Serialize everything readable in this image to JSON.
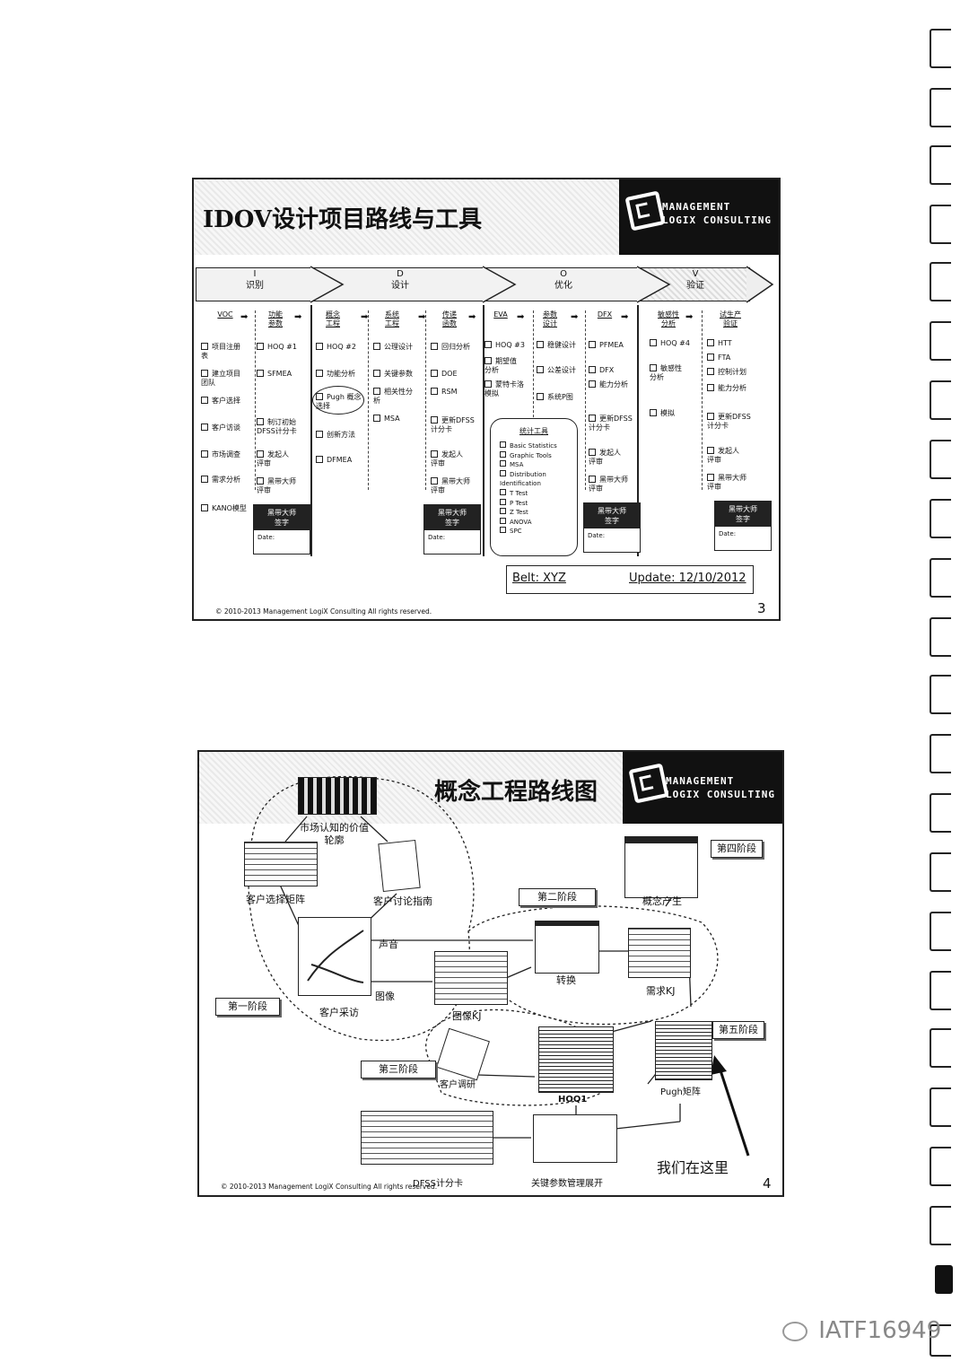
{
  "slide1": {
    "title": "IDOV设计项目路线与工具",
    "logo": {
      "line1": "MANAGEMENT",
      "line2": "LOGIX CONSULTING"
    },
    "phases": [
      {
        "letter": "I",
        "name": "识别"
      },
      {
        "letter": "D",
        "name": "设计"
      },
      {
        "letter": "O",
        "name": "优化"
      },
      {
        "letter": "V",
        "name": "验证"
      }
    ],
    "col_headers": [
      "VOC",
      "功能\n参数",
      "概念\n工程",
      "系统\n工程",
      "传递\n函数",
      "EVA",
      "参数\n设计",
      "DFX",
      "敏感性\n分析",
      "试生产\n验证"
    ],
    "items": {
      "voc": [
        "项目注册\n表",
        "建立项目\n团队",
        "客户选择",
        "客户访谈",
        "市场调查",
        "需求分析",
        "KANO模型"
      ],
      "func": [
        "HOQ #1",
        "SFMEA",
        "制订初始\nDFSS计分卡",
        "发起人\n评审",
        "黑带大师\n评审"
      ],
      "concept": [
        "HOQ #2",
        "功能分析",
        "Pugh 概念\n选择",
        "创新方法",
        "DFMEA"
      ],
      "system": [
        "公理设计",
        "关键参数",
        "相关性分\n析",
        "MSA"
      ],
      "transfer": [
        "回归分析",
        "DOE",
        "RSM",
        "更新DFSS\n计分卡",
        "发起人\n评审",
        "黑带大师\n评审"
      ],
      "eva": [
        "HOQ #3",
        "期望值\n分析",
        "蒙特卡洛\n模拟"
      ],
      "param": [
        "稳健设计",
        "公差设计",
        "系统P图"
      ],
      "dfx": [
        "PFMEA",
        "DFX",
        "能力分析",
        "更新DFSS\n计分卡",
        "发起人\n评审",
        "黑带大师\n评审"
      ],
      "sens": [
        "HOQ #4",
        "敏感性\n分析",
        "模拟"
      ],
      "pilot": [
        "HTT",
        "FTA",
        "控制计划",
        "能力分析",
        "更新DFSS\n计分卡",
        "发起人\n评审",
        "黑带大师\n评审"
      ]
    },
    "stat_tools": {
      "title": "统计工具",
      "items": [
        "Basic Statistics",
        "Graphic Tools",
        "MSA",
        "Distribution\nIdentification",
        "T Test",
        "P Test",
        "Z Test",
        "ANOVA",
        "SPC"
      ]
    },
    "signoff": {
      "label": "黑带大师\n签字",
      "date_label": "Date:"
    },
    "belt": "Belt: XYZ",
    "update": "Update: 12/10/2012",
    "footer": "© 2010-2013  Management LogiX Consulting All rights reserved.",
    "page": "3"
  },
  "slide2": {
    "title": "概念工程路线图",
    "logo": {
      "line1": "MANAGEMENT",
      "line2": "LOGIX CONSULTING"
    },
    "labels": {
      "value_profile": "市场认知的价值\n轮廓",
      "customer_matrix": "客户选择矩阵",
      "discussion_guide": "客户讨论指南",
      "voice": "声音",
      "image": "图像",
      "customer_visit": "客户采访",
      "image_kj": "图像KJ",
      "convert": "转换",
      "needs_kj": "需求KJ",
      "concept_gen": "概念产生",
      "pugh": "Pugh矩阵",
      "hoq1": "HOQ1",
      "customer_research": "客户调研",
      "dfss_card": "DFSS计分卡",
      "key_param": "关键参数管理展开",
      "we_are_here": "我们在这里"
    },
    "stages": [
      "第一阶段",
      "第二阶段",
      "第三阶段",
      "第四阶段",
      "第五阶段"
    ],
    "footer": "© 2010-2013  Management LogiX Consulting All rights reserved.",
    "page": "4"
  },
  "watermark": {
    "text": "IATF16949"
  }
}
